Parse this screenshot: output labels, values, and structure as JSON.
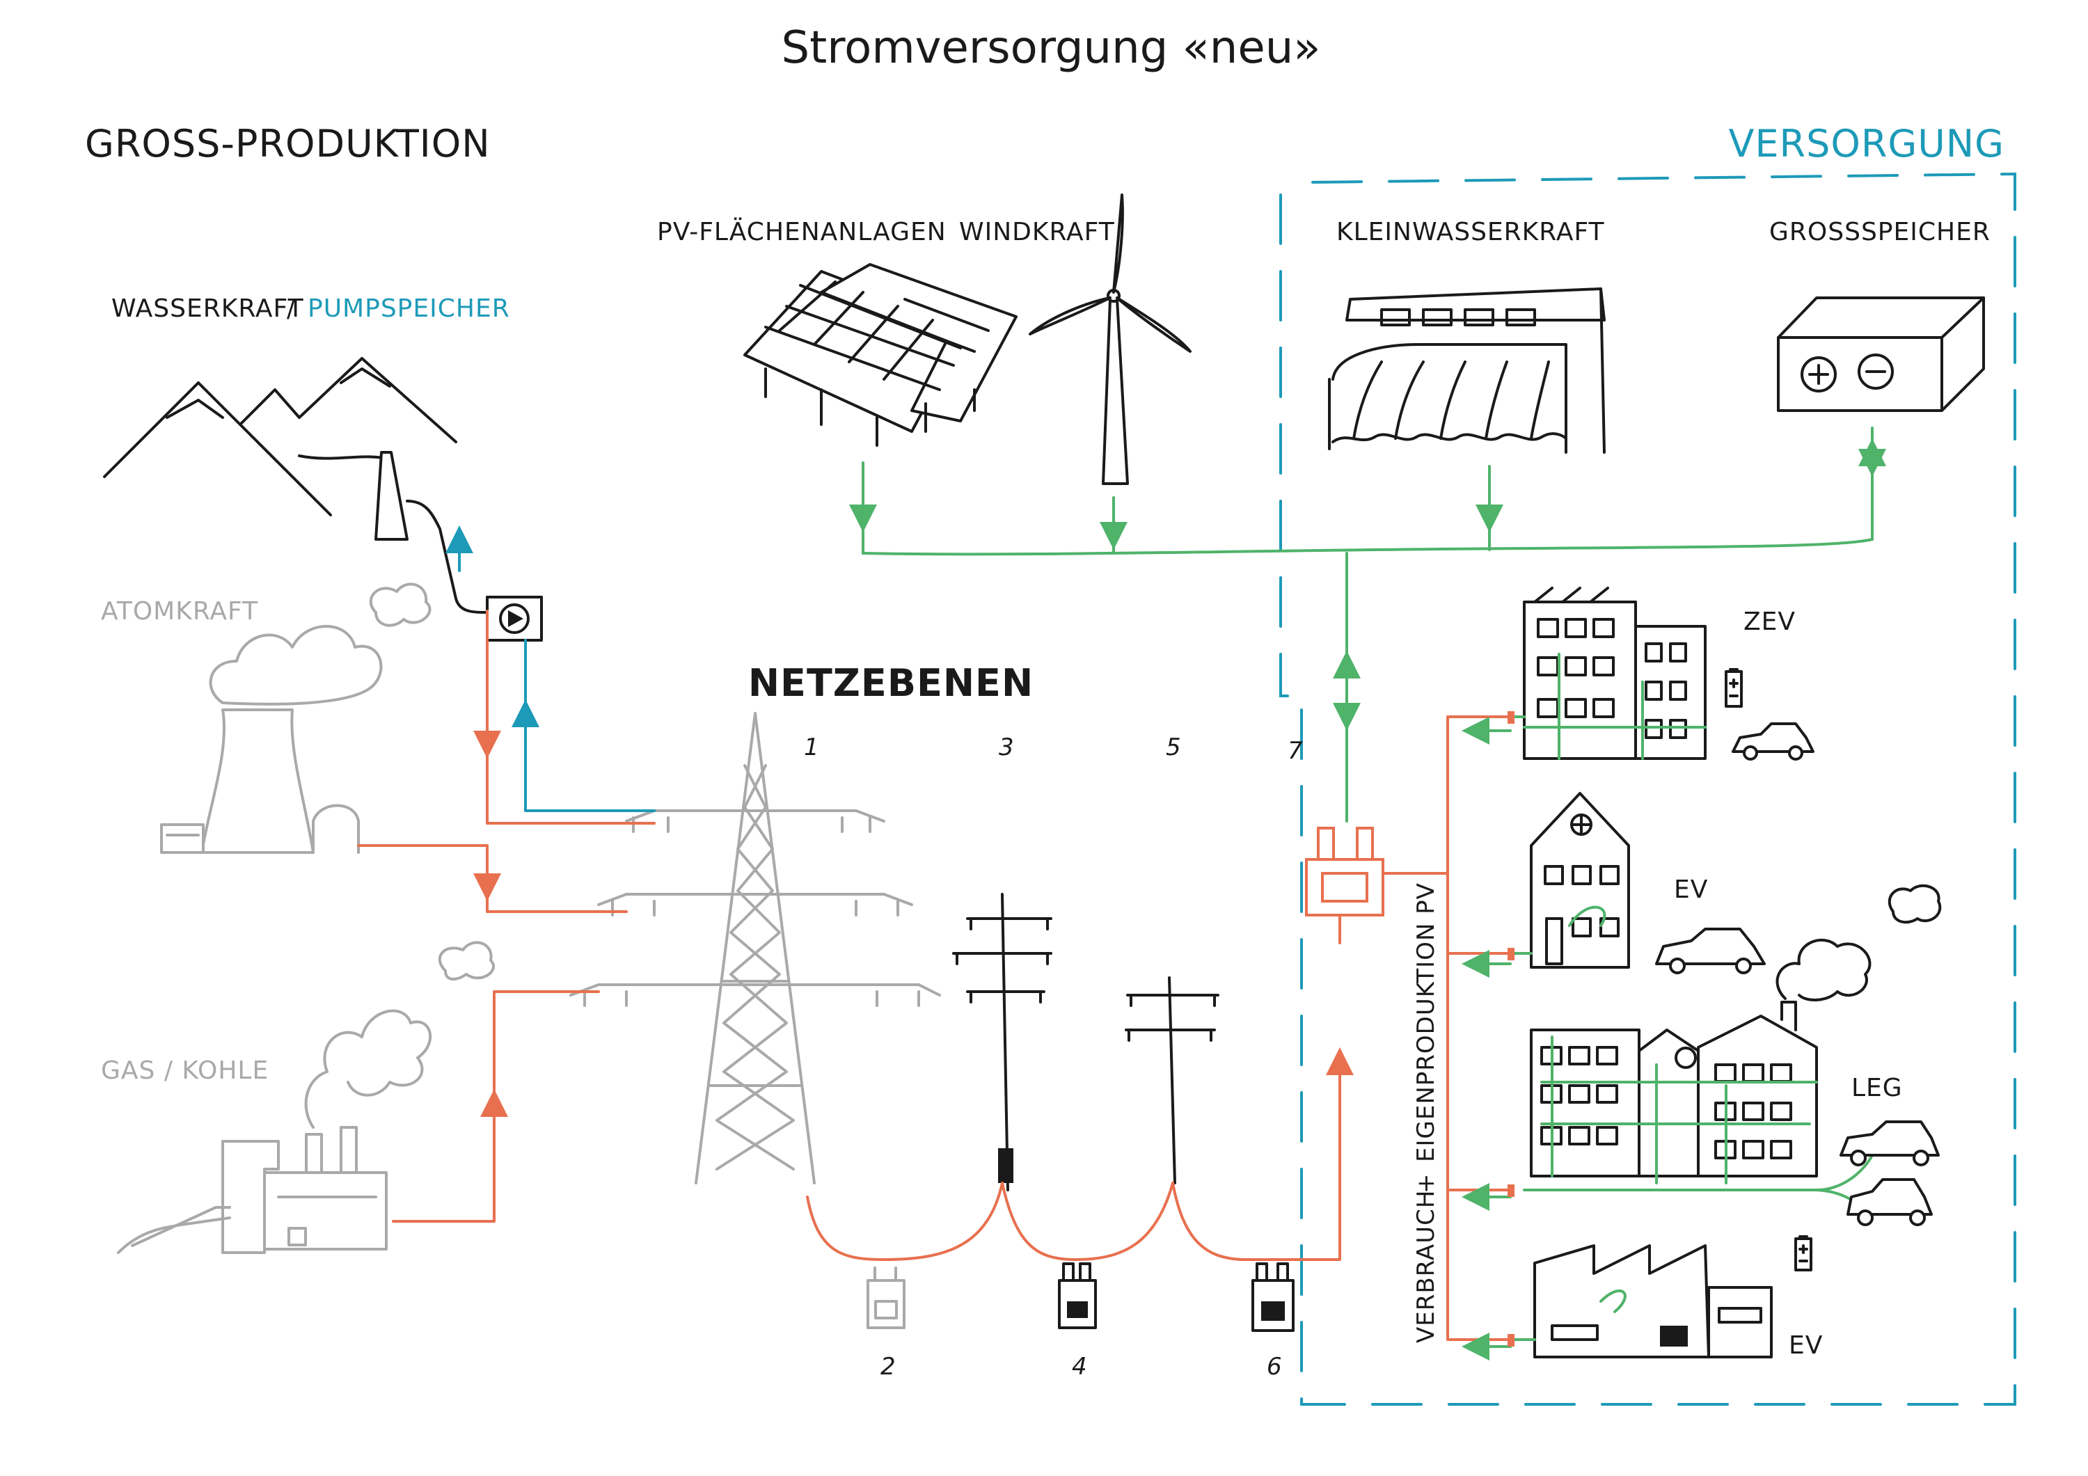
{
  "title": "Stromversorgung «neu»",
  "sections": {
    "gross_produktion": "GROSS-PRODUKTION",
    "versorgung": "VERSORGUNG",
    "netzebenen": "NETZEBENEN"
  },
  "producers": {
    "wasserkraft": "WASSERKRAFT",
    "separator": "/",
    "pumpspeicher": "PUMPSPEICHER",
    "atomkraft": "ATOMKRAFT",
    "gas_kohle": "GAS / KOHLE",
    "pv": "PV-FLÄCHENANLAGEN",
    "windkraft": "WINDKRAFT",
    "kleinwasserkraft": "KLEINWASSERKRAFT",
    "grossspeicher": "GROSSSPEICHER"
  },
  "grid_levels": [
    "1",
    "2",
    "3",
    "4",
    "5",
    "6",
    "7"
  ],
  "consumers": {
    "zev": "ZEV",
    "ev_house": "EV",
    "leg": "LEG",
    "ev_factory": "EV"
  },
  "vertical_label": {
    "part1": "VERBRAUCH",
    "plus": "+",
    "part2": "EIGENPRODUKTION PV"
  },
  "colors": {
    "ink": "#1a1a1a",
    "grey": "#a9a9a9",
    "green": "#4fb36a",
    "orange": "#e8704f",
    "blue": "#1d9ab8"
  }
}
